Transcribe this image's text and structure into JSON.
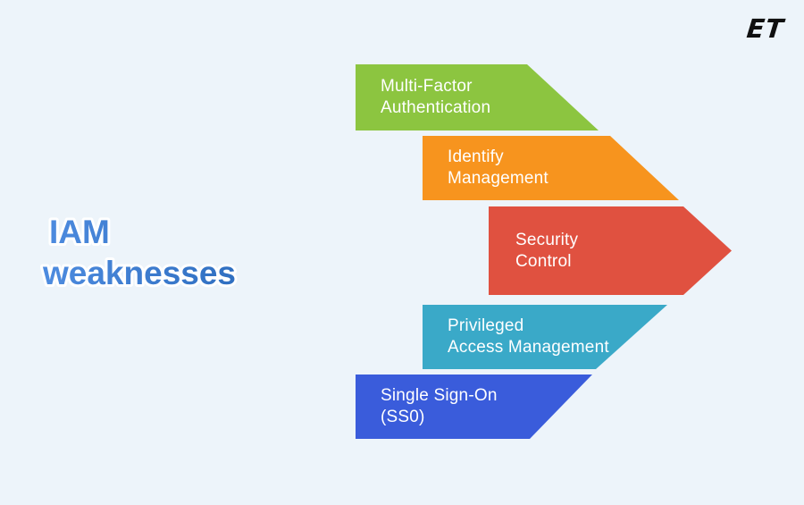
{
  "page": {
    "background_color": "#EDF4FA"
  },
  "logo": {
    "text": "ET",
    "color": "#101010"
  },
  "title": {
    "line1": "IAM",
    "line2": "weaknesses",
    "gradient_start": "#4E8CE0",
    "gradient_end": "#2767B8",
    "outline_color": "#FFFFFF"
  },
  "diagram": {
    "text_color": "#FFFFFF",
    "items": [
      {
        "label_line1": "Multi-Factor",
        "label_line2": "Authentication",
        "color": "#8CC540"
      },
      {
        "label_line1": "Identify",
        "label_line2": "Management",
        "color": "#F7941E"
      },
      {
        "label_line1": "Security",
        "label_line2": "Control",
        "color": "#E05140"
      },
      {
        "label_line1": "Privileged",
        "label_line2": "Access Management",
        "color": "#3AA9C8"
      },
      {
        "label_line1": "Single Sign-On",
        "label_line2": "(SS0)",
        "color": "#3A5CDB"
      }
    ]
  }
}
